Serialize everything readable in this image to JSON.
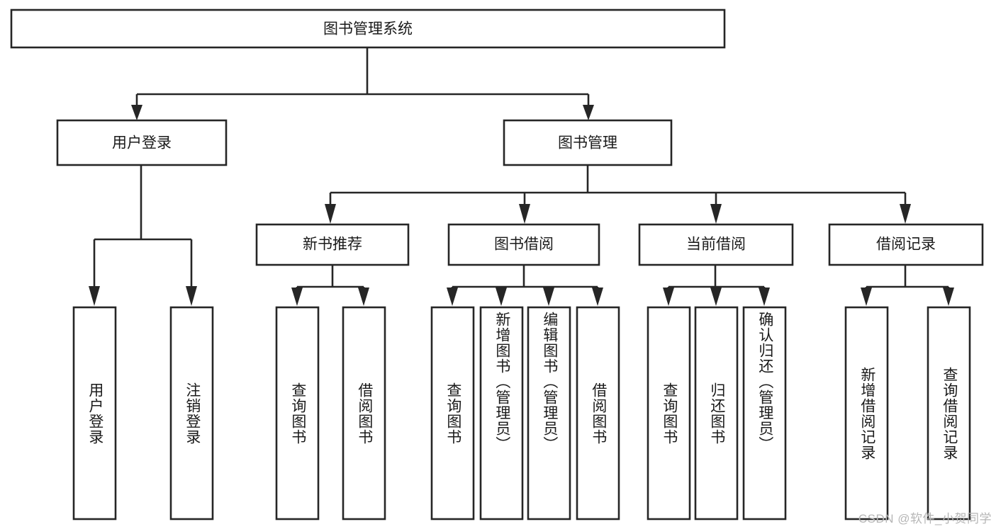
{
  "diagram": {
    "type": "tree-hierarchy-chart",
    "title": "图书管理系统",
    "root": {
      "id": "root",
      "label": "图书管理系统",
      "orientation": "horizontal"
    },
    "level2": [
      {
        "id": "user-login",
        "label": "用户登录",
        "orientation": "horizontal"
      },
      {
        "id": "book-manage",
        "label": "图书管理",
        "orientation": "horizontal"
      }
    ],
    "level3": [
      {
        "id": "new-book-rec",
        "label": "新书推荐",
        "orientation": "horizontal",
        "parent": "book-manage"
      },
      {
        "id": "book-borrow",
        "label": "图书借阅",
        "orientation": "horizontal",
        "parent": "book-manage"
      },
      {
        "id": "current-borrow",
        "label": "当前借阅",
        "orientation": "horizontal",
        "parent": "book-manage"
      },
      {
        "id": "borrow-record",
        "label": "借阅记录",
        "orientation": "horizontal",
        "parent": "book-manage"
      }
    ],
    "leaves": [
      {
        "id": "leaf-user-login",
        "label": "用户登录",
        "parent": "user-login",
        "orientation": "vertical"
      },
      {
        "id": "leaf-logout-login",
        "label": "注销登录",
        "parent": "user-login",
        "orientation": "vertical"
      },
      {
        "id": "leaf-query-book-1",
        "label": "查询图书",
        "parent": "new-book-rec",
        "orientation": "vertical"
      },
      {
        "id": "leaf-borrow-book-1",
        "label": "借阅图书",
        "parent": "new-book-rec",
        "orientation": "vertical"
      },
      {
        "id": "leaf-query-book-2",
        "label": "查询图书",
        "parent": "book-borrow",
        "orientation": "vertical"
      },
      {
        "id": "leaf-add-book",
        "label": "新增图书（管理员）",
        "parent": "book-borrow",
        "orientation": "vertical"
      },
      {
        "id": "leaf-edit-book",
        "label": "编辑图书（管理员）",
        "parent": "book-borrow",
        "orientation": "vertical"
      },
      {
        "id": "leaf-borrow-book-2",
        "label": "借阅图书",
        "parent": "book-borrow",
        "orientation": "vertical"
      },
      {
        "id": "leaf-query-book-3",
        "label": "查询图书",
        "parent": "current-borrow",
        "orientation": "vertical"
      },
      {
        "id": "leaf-return-book",
        "label": "归还图书",
        "parent": "current-borrow",
        "orientation": "vertical"
      },
      {
        "id": "leaf-confirm-return",
        "label": "确认归还（管理员）",
        "parent": "current-borrow",
        "orientation": "vertical"
      },
      {
        "id": "leaf-add-record",
        "label": "新增借阅记录",
        "parent": "borrow-record",
        "orientation": "vertical"
      },
      {
        "id": "leaf-query-record",
        "label": "查询借阅记录",
        "parent": "borrow-record",
        "orientation": "vertical"
      }
    ],
    "colors": {
      "stroke": "#262626",
      "fill": "#ffffff",
      "text": "#1a1a1a",
      "watermark": "#b6b6b6",
      "background": "#ffffff"
    }
  },
  "watermark": {
    "text": "CSDN @软件_小贺同学"
  }
}
